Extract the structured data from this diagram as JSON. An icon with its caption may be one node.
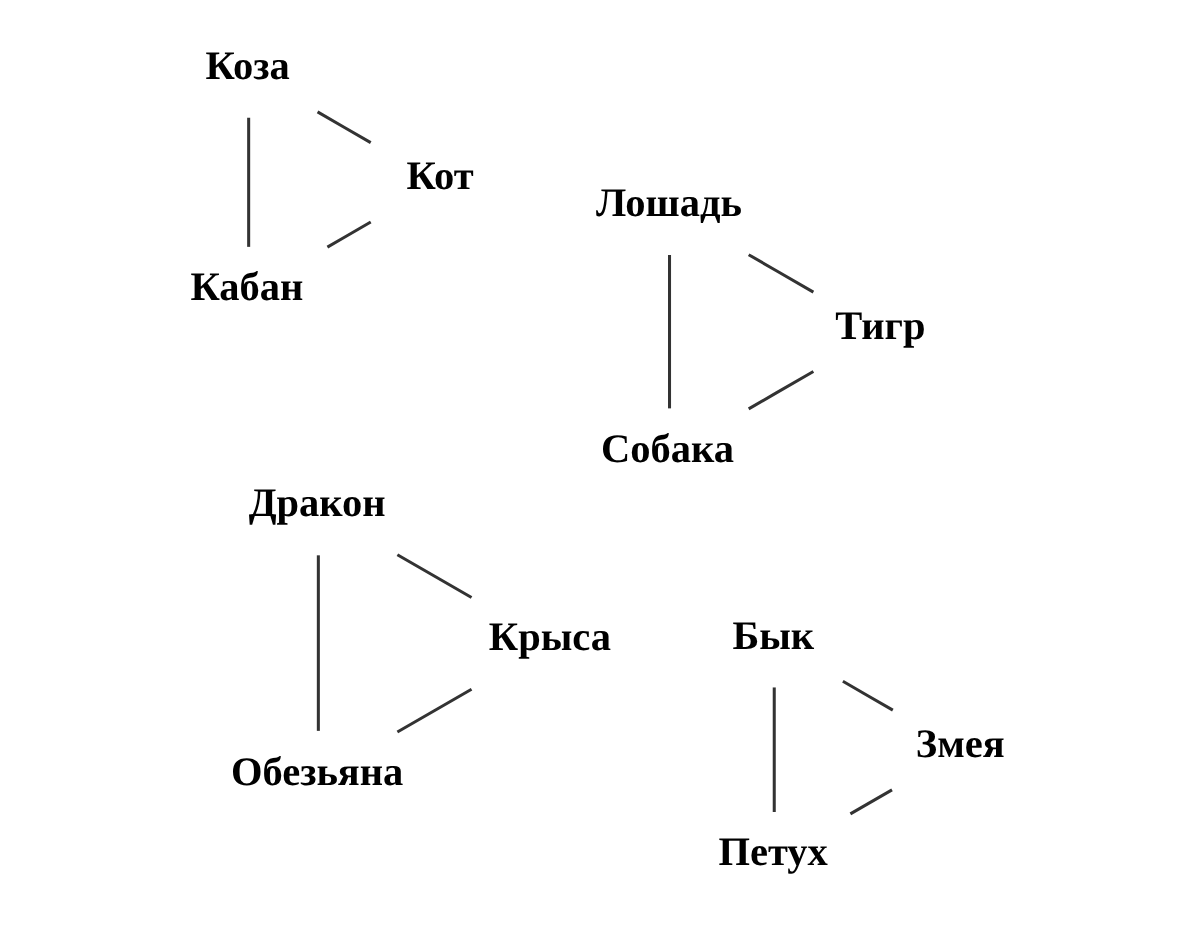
{
  "diagram": {
    "nodes": [
      {
        "text": [
          "Петух"
        ]
      },
      {
        "text": [
          "Собака"
        ]
      },
      {
        "text": [
          "Обезьяна"
        ]
      },
      {
        "text": [
          "Кабан"
        ]
      },
      {
        "text": [
          "Коза"
        ]
      },
      {
        "text": [
          "Крыса"
        ]
      },
      {
        "text": [
          "Лошадь"
        ]
      },
      {
        "text": [
          "Бык"
        ]
      },
      {
        "text": [
          "Змея"
        ]
      },
      {
        "text": [
          "Тигр"
        ]
      },
      {
        "text": [
          "Дракон"
        ]
      },
      {
        "text": [
          "Кот"
        ]
      }
    ],
    "edges": [
      {
        "from": 0,
        "to": 7,
        "arrow": "none"
      },
      {
        "from": 0,
        "to": 8,
        "arrow": "none"
      },
      {
        "from": 7,
        "to": 8,
        "arrow": "none"
      },
      {
        "from": 3,
        "to": 4,
        "arrow": "none"
      },
      {
        "from": 3,
        "to": 11,
        "arrow": "none"
      },
      {
        "from": 4,
        "to": 11,
        "arrow": "none"
      },
      {
        "from": 5,
        "to": 2,
        "arrow": "none"
      },
      {
        "from": 5,
        "to": 10,
        "arrow": "none"
      },
      {
        "from": 2,
        "to": 10,
        "arrow": "none"
      },
      {
        "from": 1,
        "to": 6,
        "arrow": "none"
      },
      {
        "from": 1,
        "to": 9,
        "arrow": "none"
      },
      {
        "from": 6,
        "to": 9,
        "arrow": "none"
      }
    ]
  }
}
